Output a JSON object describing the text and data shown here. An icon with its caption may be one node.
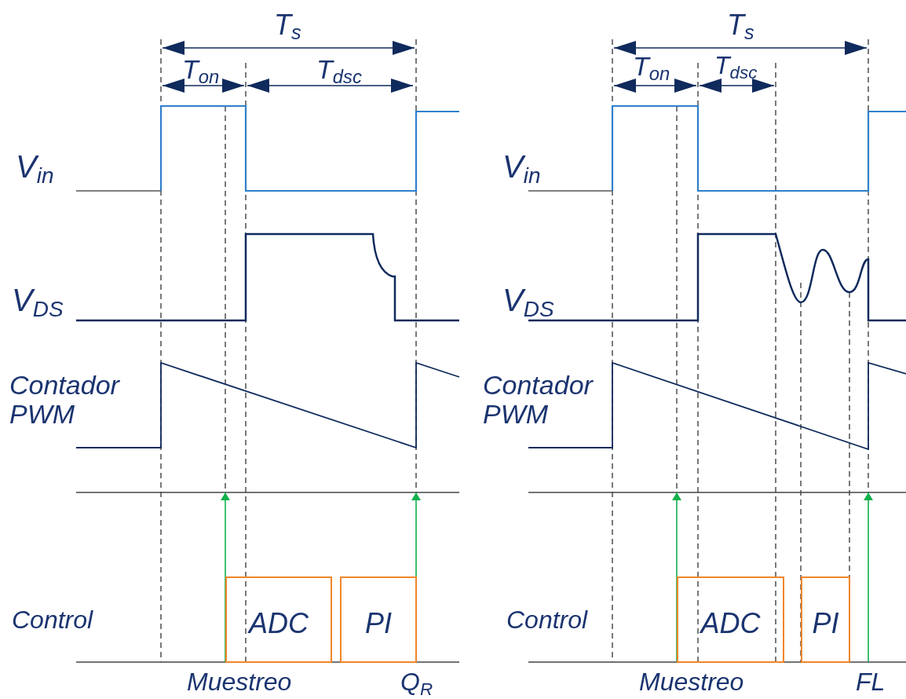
{
  "diagram": {
    "nodes": [
      {
        "text": [
          "ADC"
        ]
      },
      {
        "text": [
          "PI"
        ]
      },
      {
        "text": [
          "Muestreo"
        ]
      },
      {
        "text": [
          "Q$_{R}$"
        ]
      },
      {
        "text": [
          "ADC"
        ]
      },
      {
        "text": [
          "PI"
        ]
      },
      {
        "text": [
          "Muestreo"
        ]
      },
      {
        "text": [
          "FL"
        ]
      }
    ],
    "edges": [
      {
        "from": 2,
        "to": null,
        "arrow": "to"
      },
      {
        "from": 3,
        "to": null,
        "arrow": "to"
      },
      {
        "from": 6,
        "to": null,
        "arrow": "to"
      },
      {
        "from": 7,
        "to": null,
        "arrow": "to"
      }
    ],
    "labels": [
      "T$_{s}$",
      "T$_{s}$",
      "T$_{on}$",
      "T$_{dsc}$",
      "T$_{on}$",
      "T$_{dsc}$",
      "V$_{in}$",
      "V$_{in}$",
      "V$_{DS}$",
      "V$_{DS}$",
      "Contador PWM",
      "Contador PWM",
      "Control",
      "Control"
    ]
  }
}
